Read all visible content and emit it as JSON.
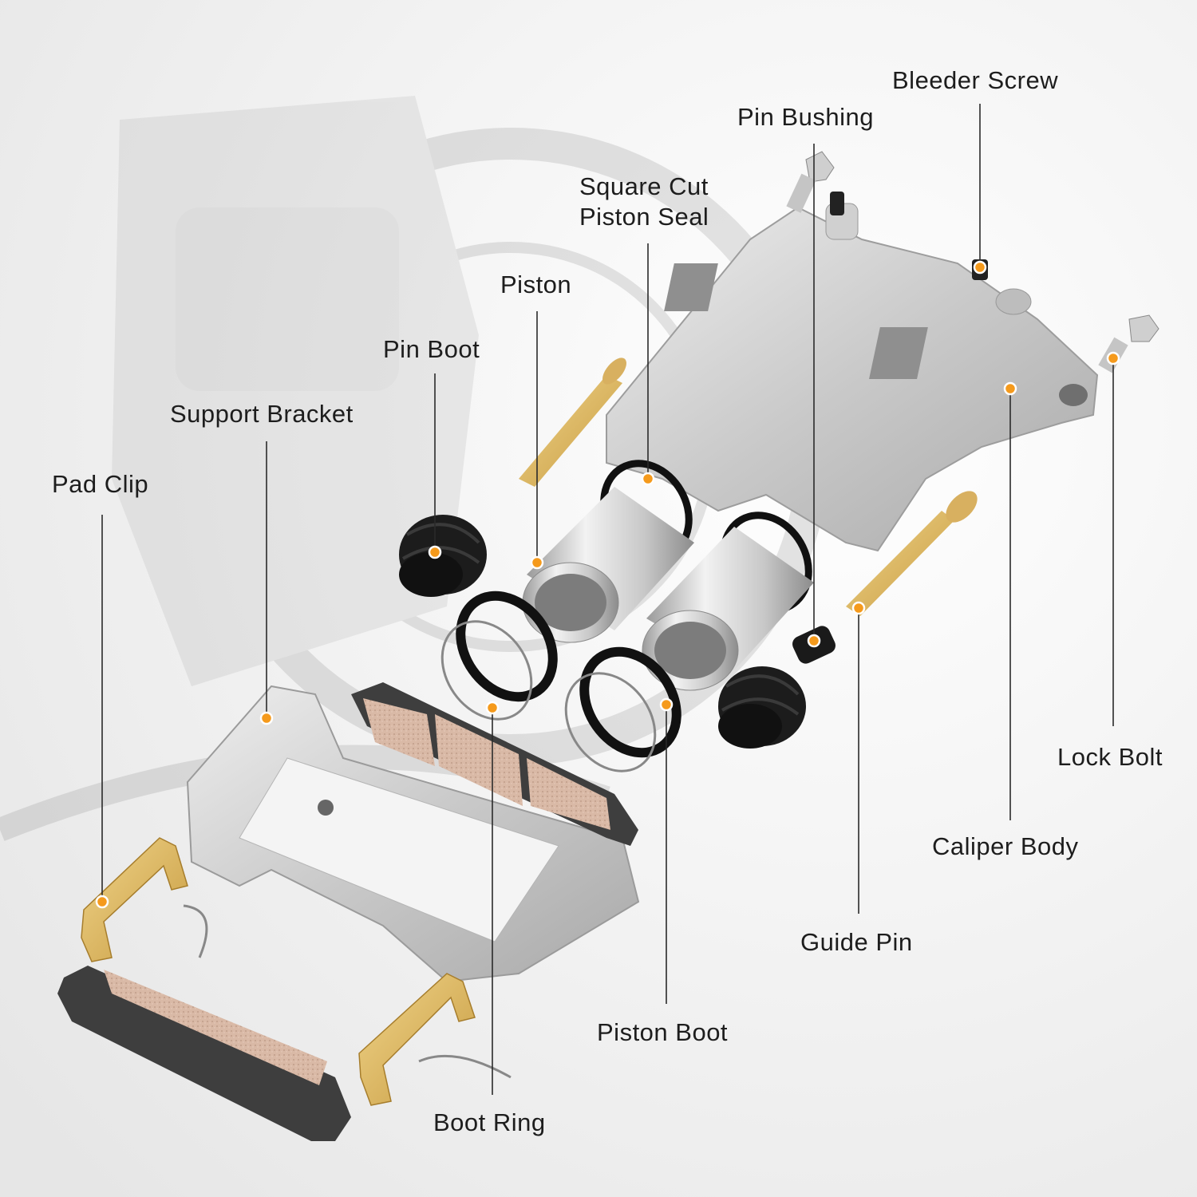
{
  "diagram": {
    "accent_color": "#f59a1c",
    "leader_color": "#2a2a2a",
    "background_color": "#f4f4f4",
    "parts": {
      "bleeder_screw": "Bleeder Screw",
      "pin_bushing": "Pin Bushing",
      "square_cut_piston_seal_line1": "Square Cut",
      "square_cut_piston_seal_line2": "Piston Seal",
      "piston": "Piston",
      "pin_boot": "Pin Boot",
      "support_bracket": "Support Bracket",
      "pad_clip": "Pad Clip",
      "lock_bolt": "Lock Bolt",
      "caliper_body": "Caliper Body",
      "guide_pin": "Guide Pin",
      "piston_boot": "Piston Boot",
      "boot_ring": "Boot Ring"
    }
  }
}
